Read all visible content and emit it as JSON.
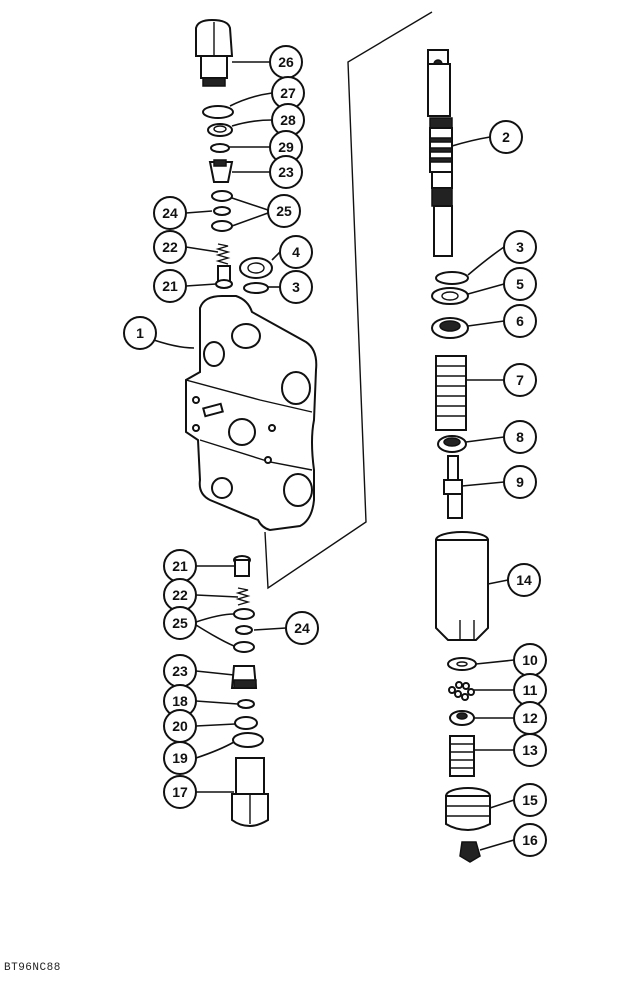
{
  "figure_code": "BT96NC88",
  "callouts": [
    {
      "id": "c26",
      "label": "26"
    },
    {
      "id": "c27",
      "label": "27"
    },
    {
      "id": "c28",
      "label": "28"
    },
    {
      "id": "c29",
      "label": "29"
    },
    {
      "id": "c23a",
      "label": "23"
    },
    {
      "id": "c24a",
      "label": "24"
    },
    {
      "id": "c25a",
      "label": "25"
    },
    {
      "id": "c22a",
      "label": "22"
    },
    {
      "id": "c4",
      "label": "4"
    },
    {
      "id": "c21a",
      "label": "21"
    },
    {
      "id": "c3a",
      "label": "3"
    },
    {
      "id": "c1",
      "label": "1"
    },
    {
      "id": "c21b",
      "label": "21"
    },
    {
      "id": "c22b",
      "label": "22"
    },
    {
      "id": "c25b",
      "label": "25"
    },
    {
      "id": "c24b",
      "label": "24"
    },
    {
      "id": "c23b",
      "label": "23"
    },
    {
      "id": "c18",
      "label": "18"
    },
    {
      "id": "c20",
      "label": "20"
    },
    {
      "id": "c19",
      "label": "19"
    },
    {
      "id": "c17",
      "label": "17"
    },
    {
      "id": "c2",
      "label": "2"
    },
    {
      "id": "c3b",
      "label": "3"
    },
    {
      "id": "c5",
      "label": "5"
    },
    {
      "id": "c6",
      "label": "6"
    },
    {
      "id": "c7",
      "label": "7"
    },
    {
      "id": "c8",
      "label": "8"
    },
    {
      "id": "c9",
      "label": "9"
    },
    {
      "id": "c14",
      "label": "14"
    },
    {
      "id": "c10",
      "label": "10"
    },
    {
      "id": "c11",
      "label": "11"
    },
    {
      "id": "c12",
      "label": "12"
    },
    {
      "id": "c13",
      "label": "13"
    },
    {
      "id": "c15",
      "label": "15"
    },
    {
      "id": "c16",
      "label": "16"
    }
  ]
}
